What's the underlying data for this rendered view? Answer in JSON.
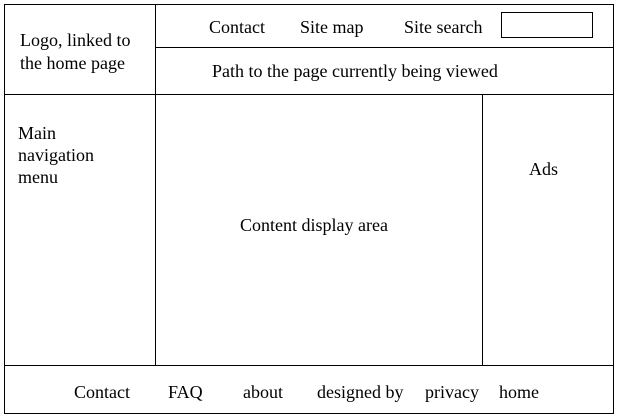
{
  "header": {
    "logo_label": "Logo, linked to the home page",
    "top_links": [
      "Contact",
      "Site map",
      "Site search"
    ],
    "breadcrumb": "Path to the page currently being viewed"
  },
  "sidebar": {
    "label": "Main navigation menu"
  },
  "content": {
    "label": "Content display area"
  },
  "ads": {
    "label": "Ads"
  },
  "footer": {
    "links": [
      "Contact",
      "FAQ",
      "about",
      "designed by",
      "privacy",
      "home"
    ]
  }
}
